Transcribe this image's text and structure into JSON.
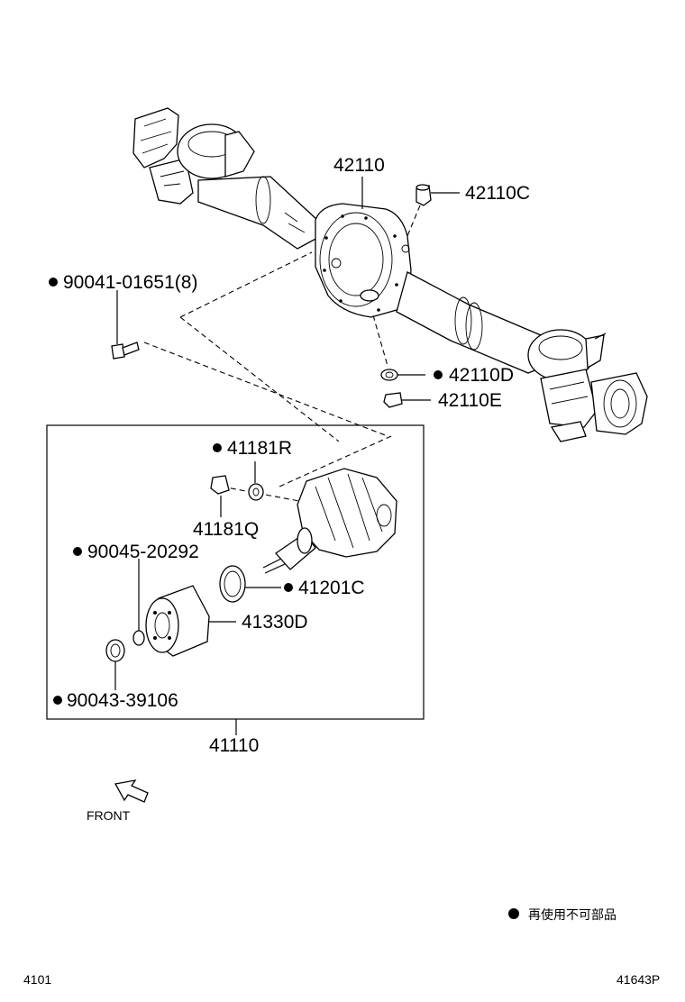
{
  "parts": {
    "housing": "42110",
    "breather": "42110C",
    "gasket": "42110D",
    "plug": "42110E",
    "bolt": "90041-01651(8)",
    "washer_r": "41181R",
    "nut_q": "41181Q",
    "oil_seal_c": "41201C",
    "seal_90045": "90045-20292",
    "bearing_41330d": "41330D",
    "seal_90043": "90043-39106",
    "carrier_assy": "41110"
  },
  "front_label": "FRONT",
  "legend": {
    "text": "再使用不可部品"
  },
  "footer": {
    "left": "4101",
    "right": "41643P"
  },
  "icons": {
    "bullet": "filled-circle-icon",
    "direction": "front-arrow-icon"
  }
}
